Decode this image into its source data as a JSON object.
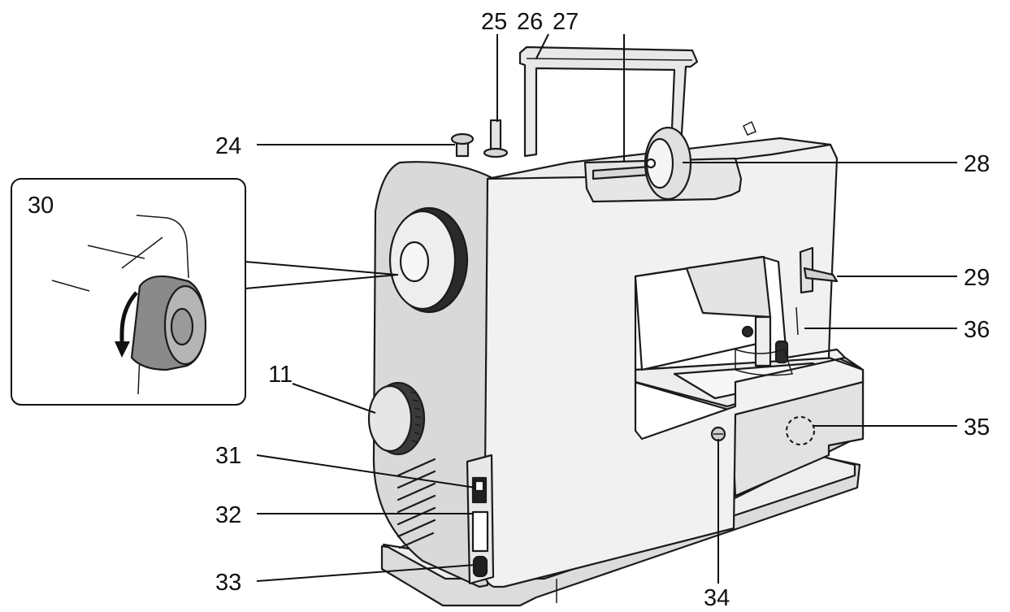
{
  "labels": {
    "n24": "24",
    "n25": "25",
    "n26": "26",
    "n27": "27",
    "n28": "28",
    "n29": "29",
    "n30": "30",
    "n11": "11",
    "n31": "31",
    "n32": "32",
    "n33": "33",
    "n34": "34",
    "n35": "35",
    "n36": "36"
  }
}
